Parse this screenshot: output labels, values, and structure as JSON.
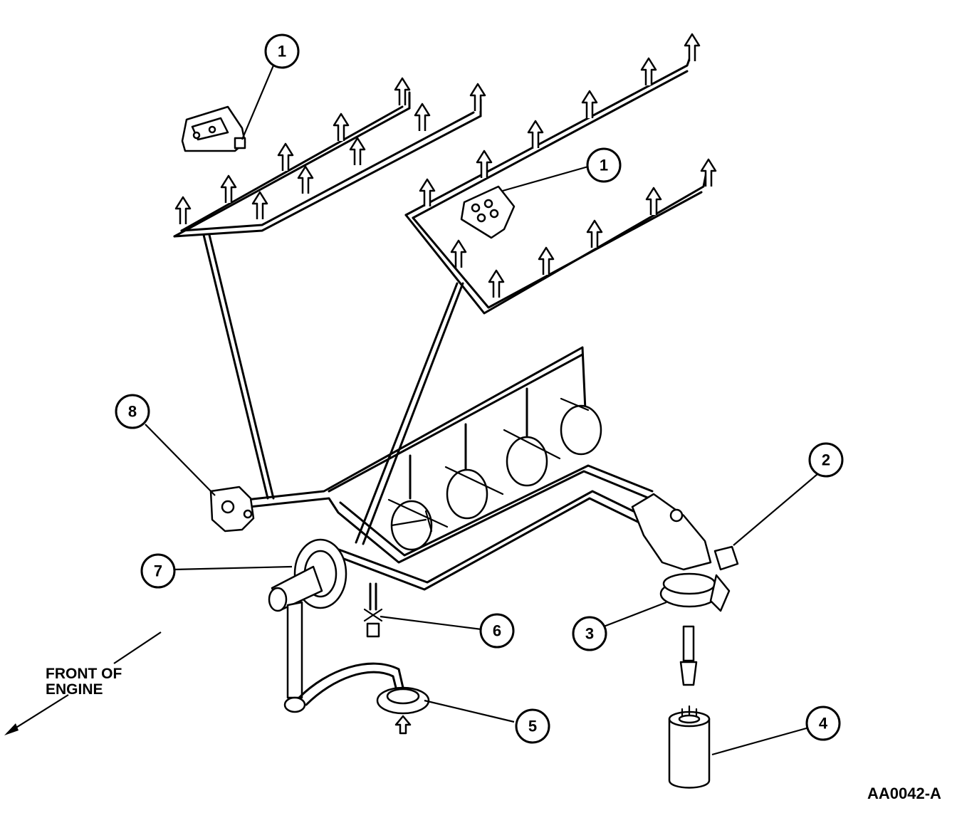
{
  "callouts": [
    {
      "id": "c1a",
      "number": "1"
    },
    {
      "id": "c1b",
      "number": "1"
    },
    {
      "id": "c2",
      "number": "2"
    },
    {
      "id": "c3",
      "number": "3"
    },
    {
      "id": "c4",
      "number": "4"
    },
    {
      "id": "c5",
      "number": "5"
    },
    {
      "id": "c6",
      "number": "6"
    },
    {
      "id": "c7",
      "number": "7"
    },
    {
      "id": "c8",
      "number": "8"
    }
  ],
  "labels": {
    "front_of_engine_line1": "FRONT OF",
    "front_of_engine_line2": "ENGINE",
    "figure_id": "AA0042-A"
  },
  "icons": [
    "lifter-block-icon",
    "oil-pump-icon",
    "oil-filter-icon",
    "pickup-screen-icon",
    "bearing-icon",
    "direction-arrow-icon"
  ]
}
